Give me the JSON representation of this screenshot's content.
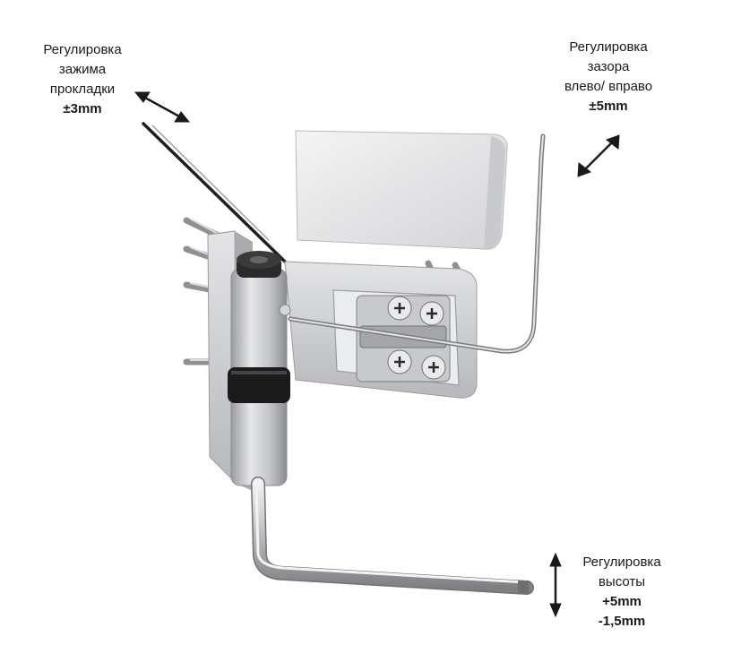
{
  "labels": {
    "gasket": {
      "lines": [
        "Регулировка",
        "зажима",
        "прокладки"
      ],
      "value": "±3mm"
    },
    "gap": {
      "lines": [
        "Регулировка",
        "зазора",
        "влево/ вправо"
      ],
      "value": "±5mm"
    },
    "height": {
      "lines": [
        "Регулировка",
        "высоты"
      ],
      "value_1": "+5mm",
      "value_2": "-1,5mm"
    }
  },
  "colors": {
    "text": "#1a1a1a",
    "metal": "#c8cacd",
    "metal_dark": "#8e9094",
    "rubber": "#1b1b1b"
  },
  "icons": [
    "double-arrow-icon",
    "double-arrow-icon",
    "vertical-double-arrow-icon",
    "hex-key-icon",
    "hex-key-icon",
    "hex-key-icon"
  ]
}
